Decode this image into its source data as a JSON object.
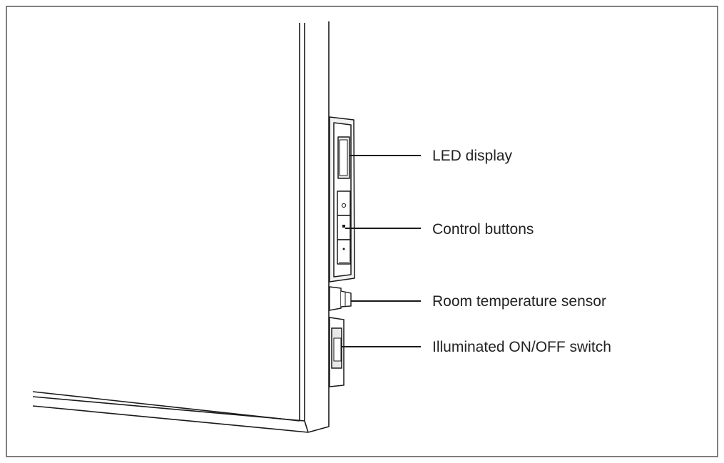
{
  "labels": {
    "led_display": "LED display",
    "control_buttons": "Control buttons",
    "room_sensor": "Room temperature sensor",
    "onoff_switch": "Illuminated ON/OFF switch"
  },
  "colors": {
    "line": "#1a1a1a",
    "frame": "#555555",
    "panel_shade": "#e8e8e8",
    "background": "#ffffff"
  }
}
